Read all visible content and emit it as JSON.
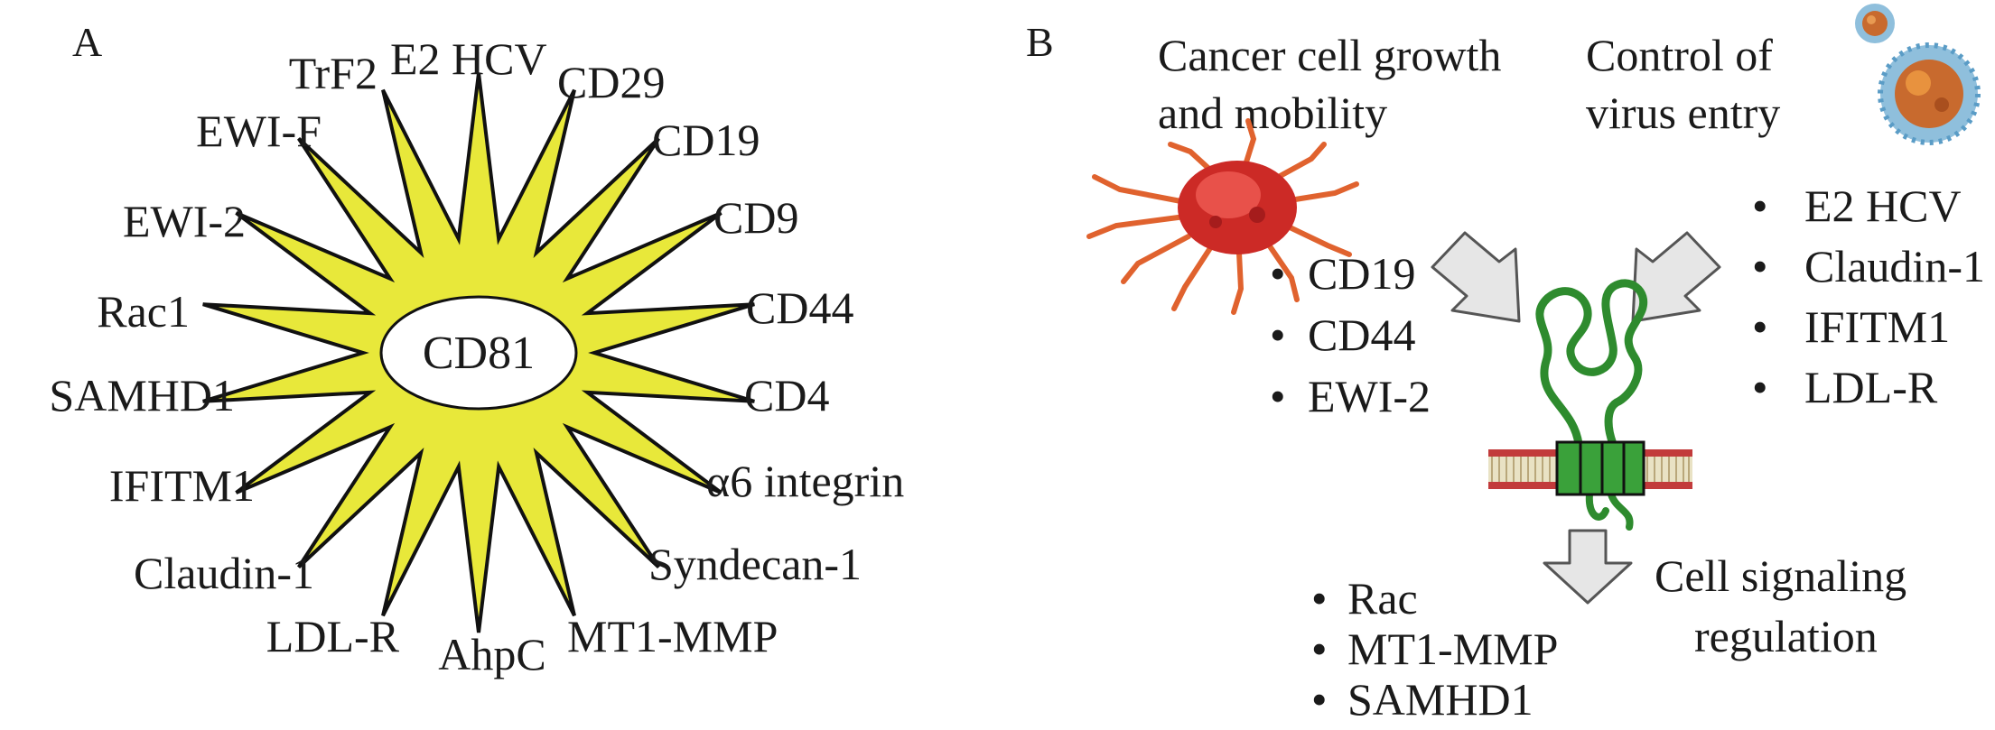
{
  "panel_a": {
    "letter": "A",
    "center": "CD81",
    "partners": [
      "E2 HCV",
      "CD29",
      "CD19",
      "CD9",
      "CD44",
      "CD4",
      "α6 integrin",
      "Syndecan-1",
      "MT1-MMP",
      "AhpC",
      "LDL-R",
      "Claudin-1",
      "IFITM1",
      "SAMHD1",
      "Rac1",
      "EWI-2",
      "EWI-F",
      "TrF2"
    ],
    "star_color": "#e8e83a"
  },
  "panel_b": {
    "letter": "B",
    "cancer": {
      "heading_line1": "Cancer cell growth",
      "heading_line2": "and mobility",
      "items": [
        "CD19",
        "CD44",
        "EWI-2"
      ]
    },
    "virus": {
      "heading_line1": "Control of",
      "heading_line2": "virus entry",
      "items": [
        "E2 HCV",
        "Claudin-1",
        "IFITM1",
        "LDL-R"
      ]
    },
    "signaling": {
      "heading_line1": "Cell signaling",
      "heading_line2": "regulation",
      "items": [
        "Rac",
        "MT1-MMP",
        "SAMHD1"
      ]
    },
    "bullet_char": "•",
    "colors": {
      "protein": "#2e8b2e",
      "membrane": "#c23b3b",
      "tumor": "#d2302a",
      "virus_core": "#c86a2e",
      "virus_coat": "#6aa8cf"
    }
  }
}
